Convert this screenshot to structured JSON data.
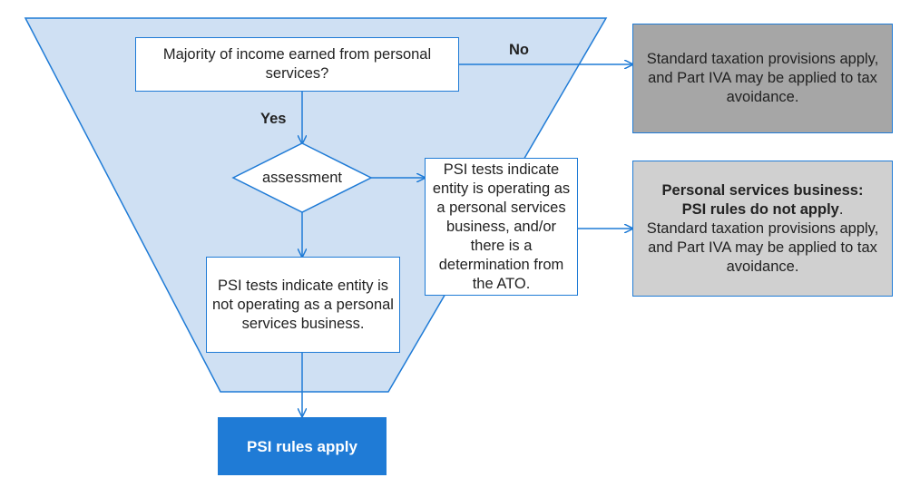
{
  "colors": {
    "funnel_fill": "#cfe0f3",
    "stroke_blue": "#1f7bd6",
    "dark_gray_box": "#a6a6a6",
    "light_gray_box": "#d0d0d0",
    "psi_apply_box": "#1f7bd6",
    "text": "#222222"
  },
  "nodes": {
    "majority_question": "Majority of income earned from personal services?",
    "assessment": "assessment",
    "not_psb": "PSI tests indicate entity is not operating as a personal services business.",
    "is_psb": "PSI tests indicate entity is operating as a personal services business, and/or there is a determination from the ATO.",
    "standard_taxation": "Standard taxation provisions apply, and Part IVA may be applied to tax avoidance.",
    "psb_heading_line1": "Personal services business:",
    "psb_heading_line2": "PSI rules do not apply",
    "psb_heading_suffix": ".",
    "psb_body": "Standard taxation provisions apply, and Part IVA may be applied to tax avoidance.",
    "psi_rules_apply": "PSI rules apply"
  },
  "edge_labels": {
    "no": "No",
    "yes": "Yes"
  },
  "icons": [
    "arrow-head-icon"
  ]
}
